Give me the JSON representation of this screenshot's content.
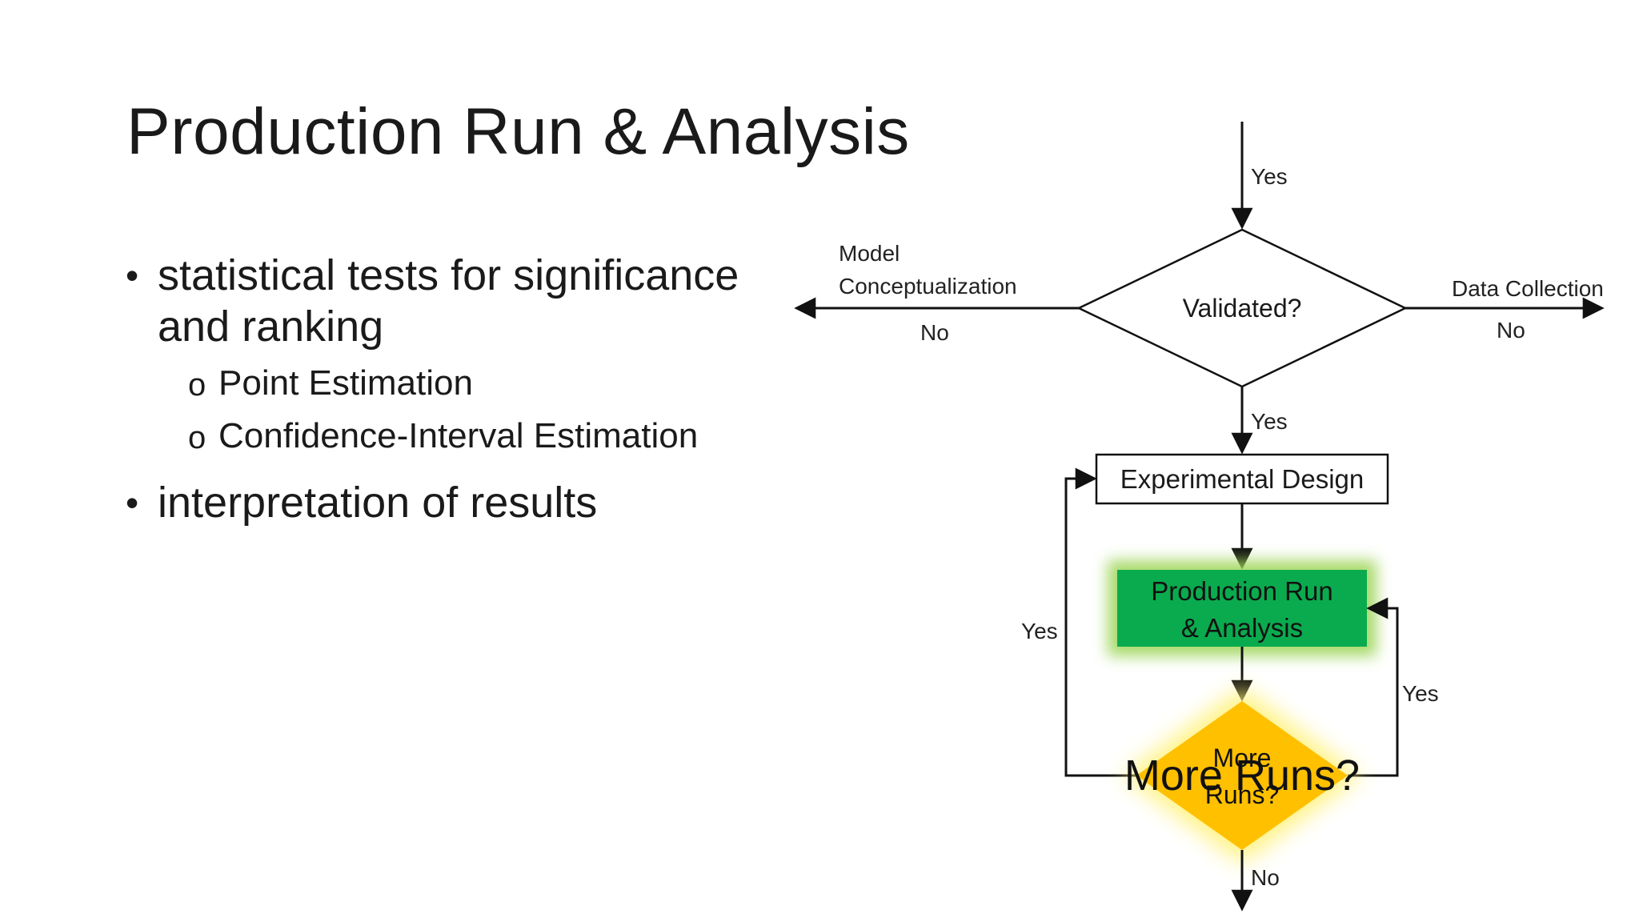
{
  "slide": {
    "title": "Production Run & Analysis",
    "bullets": [
      {
        "text": "statistical tests for significance and ranking",
        "line1": "statistical tests for significance",
        "line2": "and ranking",
        "subitems": [
          "Point Estimation",
          "Confidence-Interval Estimation"
        ]
      },
      {
        "text": "interpretation of results"
      }
    ],
    "bullet_marker": "•",
    "sub_marker": "o"
  },
  "flowchart": {
    "decision_validated": "Validated?",
    "box_experimental": "Experimental Design",
    "box_production_line1": "Production Run",
    "box_production_line2": "& Analysis",
    "decision_more_line1": "More",
    "decision_more_line2": "Runs?",
    "overlay_text": "More Runs?",
    "labels": {
      "yes_top": "Yes",
      "left_target_line1": "Model",
      "left_target_line2": "Conceptualization",
      "no_left": "No",
      "right_target": "Data Collection",
      "no_right": "No",
      "yes_below_validated": "Yes",
      "yes_left_loop": "Yes",
      "yes_right_loop": "Yes",
      "no_bottom": "No"
    },
    "colors": {
      "production_fill": "#0aab4e",
      "production_glow": "#9fd65a",
      "decision_fill": "#ffc000",
      "decision_glow": "#fff27a",
      "line": "#111111"
    }
  }
}
